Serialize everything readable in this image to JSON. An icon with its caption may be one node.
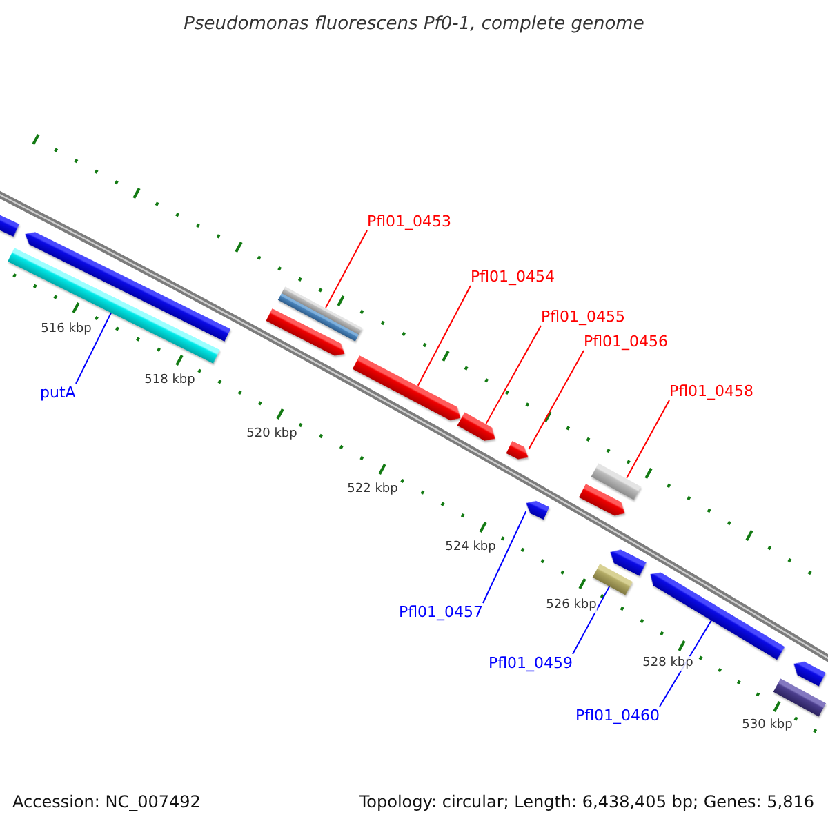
{
  "diagram": {
    "title": "Pseudomonas fluorescens Pf0-1, complete genome",
    "nodes": [
      {
        "text": [],
        "shape": "bar"
      },
      {
        "text": [],
        "shape": "bar"
      },
      {
        "text": [],
        "shape": "bar"
      },
      {
        "text": [],
        "shape": "bar"
      },
      {
        "text": [],
        "shape": "bar"
      },
      {
        "text": [],
        "shape": "bar"
      },
      {
        "text": [],
        "shape": "bar"
      },
      {
        "text": [],
        "shape": "bar"
      },
      {
        "text": [],
        "shape": "bar"
      },
      {
        "text": [],
        "shape": "bar"
      },
      {
        "text": [],
        "shape": "bar"
      },
      {
        "text": [],
        "shape": "bar"
      },
      {
        "text": [],
        "shape": "bar"
      },
      {
        "text": [],
        "shape": "bar"
      },
      {
        "text": [],
        "shape": "bar"
      },
      {
        "text": [],
        "shape": "bar"
      },
      {
        "text": [
          "putA"
        ]
      },
      {
        "text": [
          "Pfl01_0453"
        ]
      },
      {
        "text": [
          "Pfl01_0454"
        ]
      },
      {
        "text": [
          "Pfl01_0455"
        ]
      },
      {
        "text": [
          "Pfl01_0456"
        ]
      },
      {
        "text": [
          "Pfl01_0458"
        ]
      },
      {
        "text": [
          "Pfl01_0457"
        ]
      },
      {
        "text": [
          "Pfl01_0459"
        ]
      },
      {
        "text": [
          "Pfl01_0460"
        ]
      }
    ],
    "edges": [
      {
        "from": 16,
        "to": 2,
        "arrow": "none",
        "color": "#0000ff"
      },
      {
        "from": 17,
        "to": 3,
        "arrow": "none"
      },
      {
        "from": 18,
        "to": 5,
        "arrow": "none"
      },
      {
        "from": 19,
        "to": 6,
        "arrow": "none"
      },
      {
        "from": 20,
        "to": 7,
        "arrow": "none"
      },
      {
        "from": 21,
        "to": 8,
        "arrow": "none"
      },
      {
        "from": 22,
        "to": 10,
        "arrow": "none",
        "color": "#0000ff"
      },
      {
        "from": 23,
        "to": 12,
        "arrow": "none",
        "color": "#0000ff"
      },
      {
        "from": 24,
        "to": 13,
        "arrow": "none",
        "color": "#0000ff"
      }
    ],
    "labels": [
      "516 kbp",
      "518 kbp",
      "520 kbp",
      "522 kbp",
      "524 kbp",
      "526 kbp",
      "528 kbp",
      "530 kbp",
      "Accession: NC_007492",
      "Topology: circular; Length: 6,438,405 bp; Genes: 5,816"
    ]
  }
}
